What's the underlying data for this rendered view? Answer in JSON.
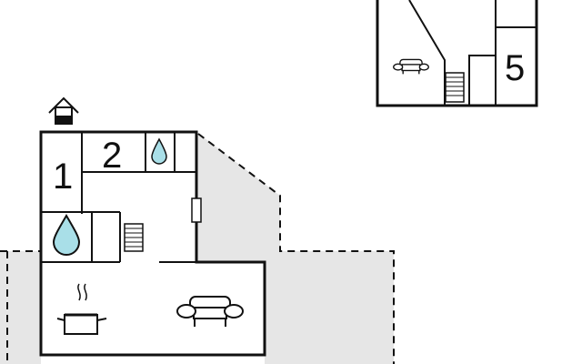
{
  "floor_plan": {
    "rooms": [
      {
        "id": "room-1",
        "label": "1"
      },
      {
        "id": "room-2",
        "label": "2"
      },
      {
        "id": "room-5",
        "label": "5"
      }
    ],
    "icons": [
      "house-entrance-icon",
      "water-drop-icon",
      "stairs-icon",
      "cooking-pot-icon",
      "sofa-icon",
      "door-icon"
    ],
    "colors": {
      "wall": "#111111",
      "terrace": "#e6e6e6",
      "water": "#a9dfe8",
      "background": "#ffffff"
    }
  }
}
